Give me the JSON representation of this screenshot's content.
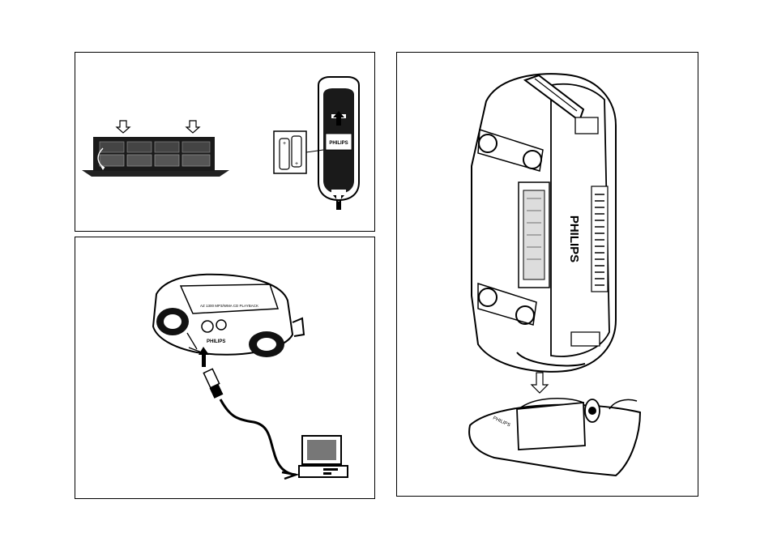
{
  "labels": {
    "brand": "PHILIPS",
    "cd_lid_text": "AZ 1300 MP3/WMA CD PLAYBACK",
    "base_text": "PHILIPS"
  }
}
